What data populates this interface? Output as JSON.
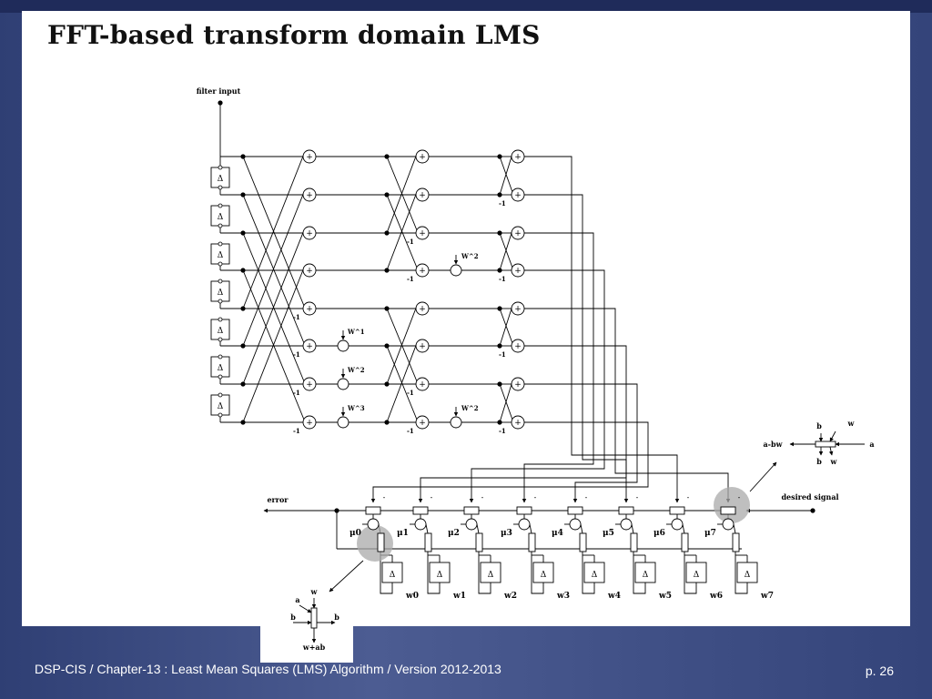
{
  "slide": {
    "title": "FFT-based transform domain LMS"
  },
  "diagram": {
    "filter_input": "filter input",
    "error": "error",
    "desired_signal": "desired signal",
    "delta": "Δ",
    "plus": "+",
    "minus": "-",
    "minus_one": "-1",
    "twiddle_w1": "W^1",
    "twiddle_w2": "W^2",
    "twiddle_w3": "W^3",
    "mu": [
      "μ0",
      "μ1",
      "μ2",
      "μ3",
      "μ4",
      "μ5",
      "μ6",
      "μ7"
    ],
    "weights": [
      "w0",
      "w1",
      "w2",
      "w3",
      "w4",
      "w5",
      "w6",
      "w7"
    ],
    "legend_top": {
      "b": "b",
      "w_top": "w",
      "a_bw": "a-bw",
      "a": "a",
      "b_bottom": "b",
      "w_bottom": "w"
    },
    "legend_bottom": {
      "w": "w",
      "a": "a",
      "b_left": "b",
      "b_right": "b",
      "w_ab": "w+ab"
    }
  },
  "footer": {
    "breadcrumb": "DSP-CIS  /  Chapter-13 : Least Mean Squares (LMS) Algorithm  /  Version 2012-2013",
    "page": "p. 26"
  }
}
